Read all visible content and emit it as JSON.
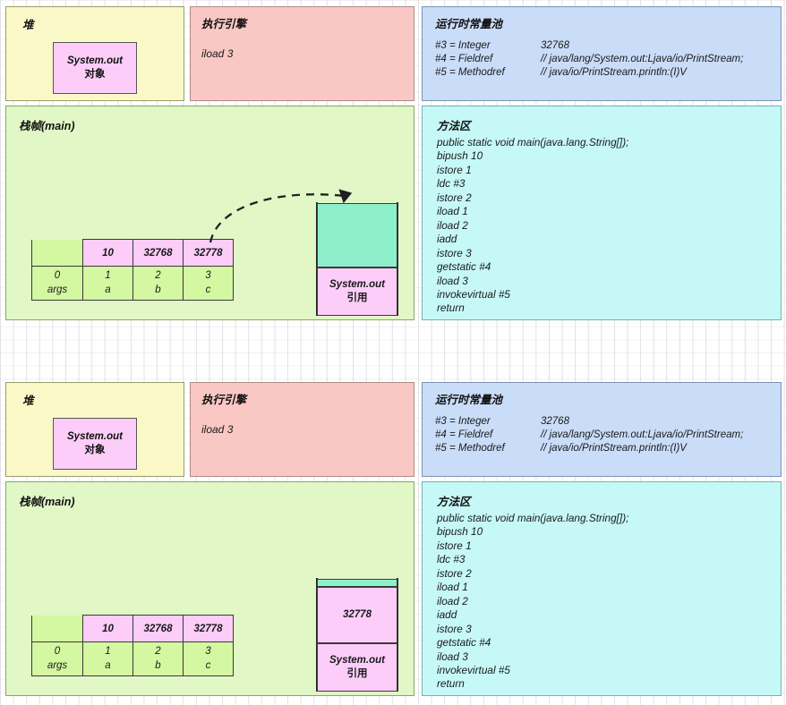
{
  "labels": {
    "heap_title": "堆",
    "engine_title": "执行引擎",
    "rcpool_title": "运行时常量池",
    "frame_title": "栈帧(main)",
    "metharea_title": "方法区",
    "sysout_obj_line1": "System.out",
    "sysout_obj_line2": "对象",
    "sysout_ref_line1": "System.out",
    "sysout_ref_line2": "引用"
  },
  "colors": {
    "heap_bg": "#fbf8c8",
    "engine_bg": "#f9c8c4",
    "rcpool_bg": "#c9dcf8",
    "frame_bg": "#e1f7c6",
    "metharea_bg": "#c6f8f8",
    "pink": "#fbcdf8",
    "green_cell": "#d4f7a1",
    "teal": "#8ef0cb"
  },
  "diagram_top": {
    "engine_instruction": "iload 3",
    "operand_stack": [
      {
        "kind": "empty",
        "text": ""
      },
      {
        "kind": "ref",
        "line1": "System.out",
        "line2": "引用"
      }
    ],
    "arrow_present": true
  },
  "diagram_bottom": {
    "engine_instruction": "iload 3",
    "operand_stack": [
      {
        "kind": "empty",
        "text": ""
      },
      {
        "kind": "value",
        "text": "32778"
      },
      {
        "kind": "ref",
        "line1": "System.out",
        "line2": "引用"
      }
    ],
    "arrow_present": false
  },
  "constant_pool": [
    {
      "key": "#3 = Integer",
      "value": "32768"
    },
    {
      "key": "#4 = Fieldref",
      "value": "// java/lang/System.out:Ljava/io/PrintStream;"
    },
    {
      "key": "#5 = Methodref",
      "value": "// java/io/PrintStream.println:(I)V"
    }
  ],
  "method_area_code": [
    "public static void main(java.lang.String[]);",
    "bipush 10",
    "istore 1",
    "ldc #3",
    "istore 2",
    "iload 1",
    "iload 2",
    "iadd",
    "istore 3",
    "getstatic #4",
    "iload 3",
    "invokevirtual #5",
    "return"
  ],
  "locals_table": {
    "values": [
      "",
      "10",
      "32768",
      "32778"
    ],
    "indices": [
      "0",
      "1",
      "2",
      "3"
    ],
    "names": [
      "args",
      "a",
      "b",
      "c"
    ]
  }
}
